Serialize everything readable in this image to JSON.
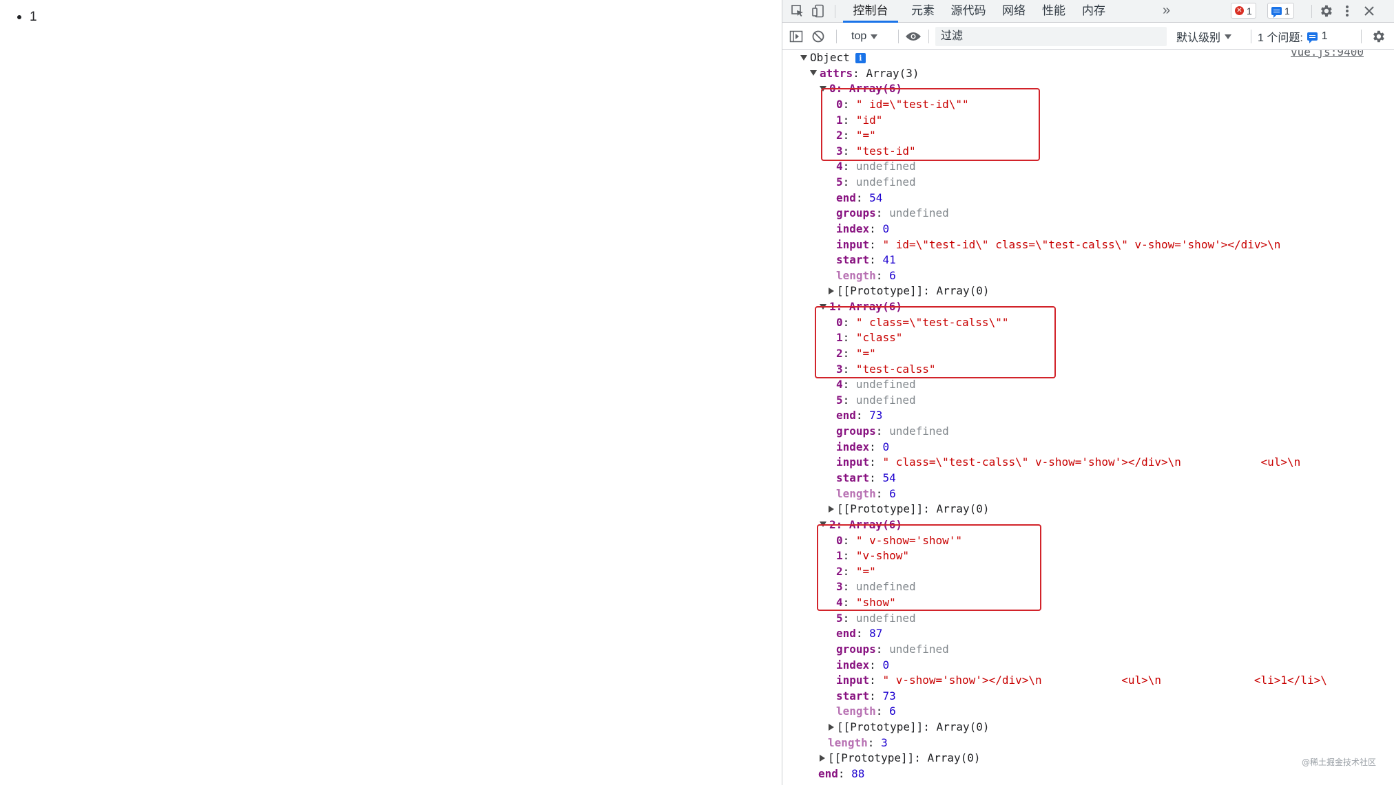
{
  "page": {
    "list_items": [
      "1"
    ]
  },
  "devtools": {
    "tabs": [
      "控制台",
      "元素",
      "源代码",
      "网络",
      "性能",
      "内存"
    ],
    "active_tab": "控制台",
    "more_tabs_glyph": "»",
    "error_count": "1",
    "message_count": "1",
    "context": "top",
    "filter_placeholder": "过滤",
    "levels_label": "默认级别",
    "issues_label": "1 个问题:",
    "issues_count": "1"
  },
  "console": {
    "source_link": "vue.js:9400",
    "root_label": "Object",
    "attrs_key": "attrs",
    "attrs_value": "Array(3)",
    "items": [
      {
        "header": "0: Array(6)",
        "entries": [
          [
            "0",
            "\" id=\\\"test-id\\\"\"",
            "s"
          ],
          [
            "1",
            "\"id\"",
            "s"
          ],
          [
            "2",
            "\"=\"",
            "s"
          ],
          [
            "3",
            "\"test-id\"",
            "s"
          ],
          [
            "4",
            "undefined",
            "u"
          ],
          [
            "5",
            "undefined",
            "u"
          ]
        ],
        "end": "54",
        "groups": "undefined",
        "index": "0",
        "input": "\" id=\\\"test-id\\\" class=\\\"test-calss\\\" v-show='show'></div>\\n",
        "start": "41",
        "length": "6",
        "proto": "[[Prototype]]: Array(0)"
      },
      {
        "header": "1: Array(6)",
        "entries": [
          [
            "0",
            "\" class=\\\"test-calss\\\"\"",
            "s"
          ],
          [
            "1",
            "\"class\"",
            "s"
          ],
          [
            "2",
            "\"=\"",
            "s"
          ],
          [
            "3",
            "\"test-calss\"",
            "s"
          ],
          [
            "4",
            "undefined",
            "u"
          ],
          [
            "5",
            "undefined",
            "u"
          ]
        ],
        "end": "73",
        "groups": "undefined",
        "index": "0",
        "input": "\" class=\\\"test-calss\\\" v-show='show'></div>\\n            <ul>\\n",
        "start": "54",
        "length": "6",
        "proto": "[[Prototype]]: Array(0)"
      },
      {
        "header": "2: Array(6)",
        "entries": [
          [
            "0",
            "\" v-show='show'\"",
            "s"
          ],
          [
            "1",
            "\"v-show\"",
            "s"
          ],
          [
            "2",
            "\"=\"",
            "s"
          ],
          [
            "3",
            "undefined",
            "u"
          ],
          [
            "4",
            "\"show\"",
            "s"
          ],
          [
            "5",
            "undefined",
            "u"
          ]
        ],
        "end": "87",
        "groups": "undefined",
        "index": "0",
        "input": "\" v-show='show'></div>\\n            <ul>\\n              <li>1</li>\\",
        "start": "73",
        "length": "6",
        "proto": "[[Prototype]]: Array(0)"
      }
    ],
    "attrs_length": "3",
    "attrs_proto": "[[Prototype]]: Array(0)",
    "root_end_key": "end",
    "root_end_value": "88"
  },
  "watermark": "@稀土掘金技术社区",
  "colors": {
    "key": "#881280",
    "string": "#c80000",
    "number": "#1c00cf",
    "undefined": "#80868b",
    "accent": "#1a73e8",
    "highlight_box": "#d2232a",
    "error": "#d93025"
  }
}
